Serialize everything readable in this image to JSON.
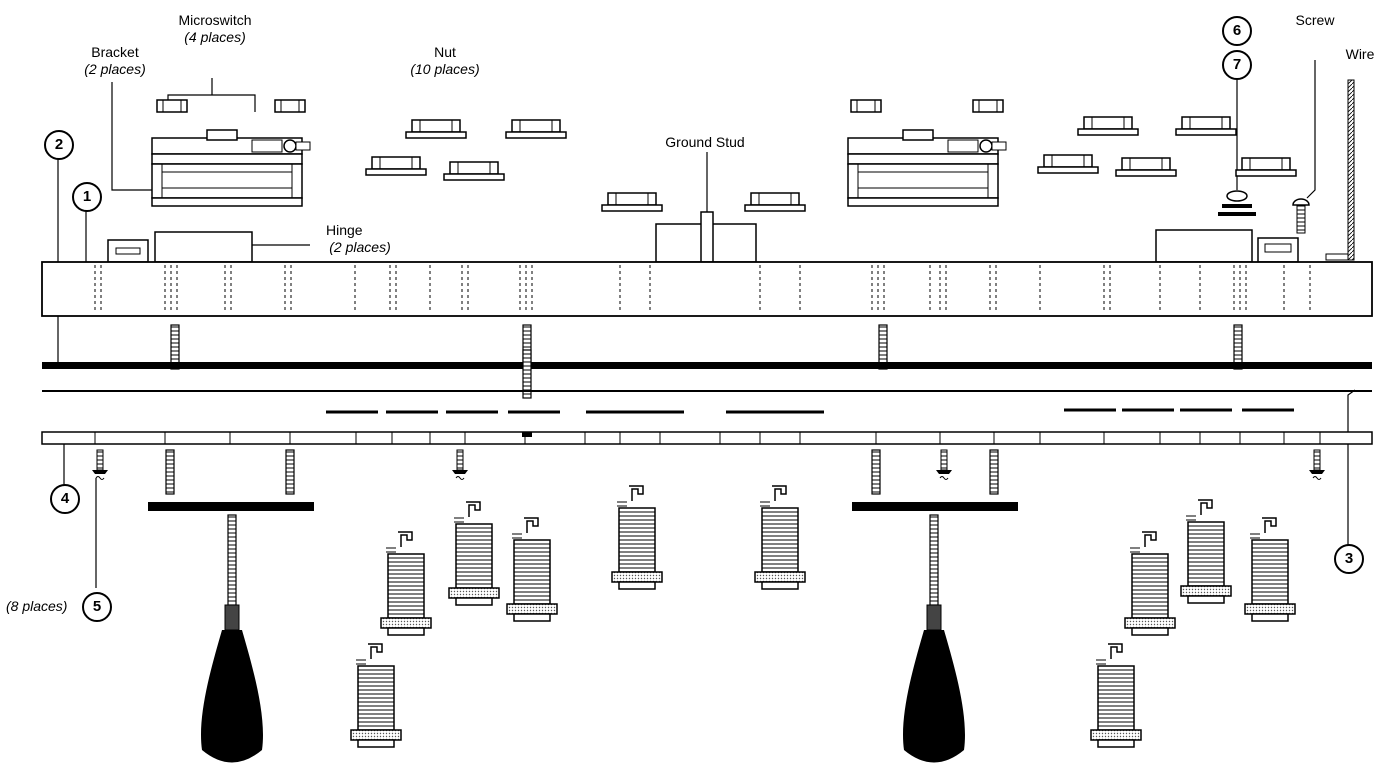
{
  "labels": {
    "microswitch": "Microswitch",
    "microswitch_qty": "(4 places)",
    "bracket": "Bracket",
    "bracket_qty": "(2 places)",
    "nut": "Nut",
    "nut_qty": "(10 places)",
    "ground_stud": "Ground Stud",
    "hinge": "Hinge",
    "hinge_qty": "(2 places)",
    "screw": "Screw",
    "wire": "Wire",
    "fastener_qty": "(8 places)"
  },
  "callouts": {
    "c1": "1",
    "c2": "2",
    "c3": "3",
    "c4": "4",
    "c5": "5",
    "c6": "6",
    "c7": "7"
  }
}
